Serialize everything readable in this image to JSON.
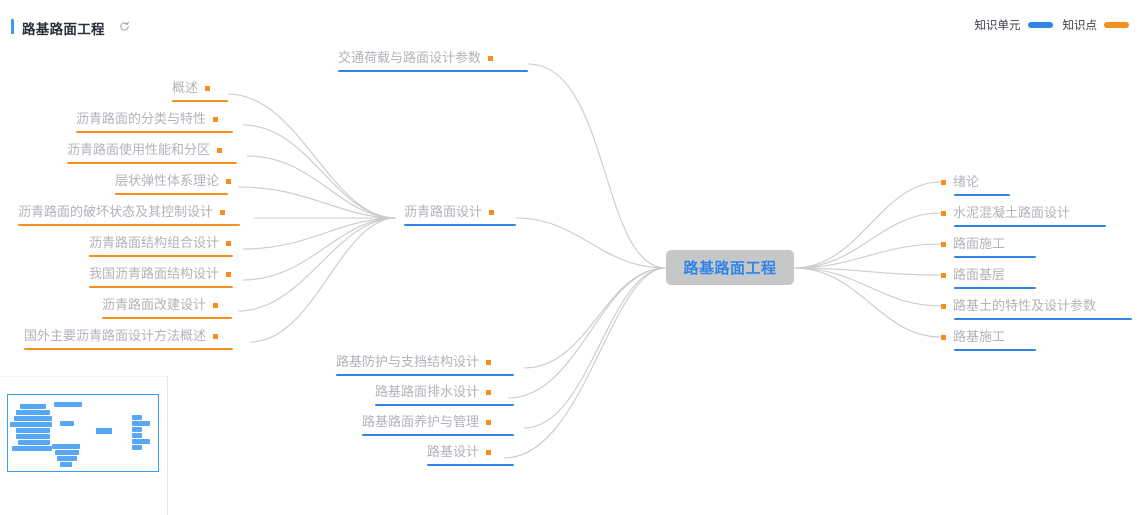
{
  "header": {
    "title": "路基路面工程",
    "refresh_icon": "refresh-icon"
  },
  "legend": {
    "items": [
      {
        "label": "知识单元",
        "color": "#2f84e8",
        "key": "unit"
      },
      {
        "label": "知识点",
        "color": "#f5901e",
        "key": "point"
      }
    ]
  },
  "center": {
    "label": "路基路面工程"
  },
  "nodes": {
    "top_unit": {
      "label": "交通荷载与路面设计参数",
      "type": "unit"
    },
    "mid_unit": {
      "label": "沥青路面设计",
      "type": "unit"
    },
    "left_points": [
      {
        "label": "概述",
        "type": "point"
      },
      {
        "label": "沥青路面的分类与特性",
        "type": "point"
      },
      {
        "label": "沥青路面使用性能和分区",
        "type": "point"
      },
      {
        "label": "层状弹性体系理论",
        "type": "point"
      },
      {
        "label": "沥青路面的破坏状态及其控制设计",
        "type": "point"
      },
      {
        "label": "沥青路面结构组合设计",
        "type": "point"
      },
      {
        "label": "我国沥青路面结构设计",
        "type": "point"
      },
      {
        "label": "沥青路面改建设计",
        "type": "point"
      },
      {
        "label": "国外主要沥青路面设计方法概述",
        "type": "point"
      }
    ],
    "bottom_units": [
      {
        "label": "路基防护与支挡结构设计",
        "type": "unit"
      },
      {
        "label": "路基路面排水设计",
        "type": "unit"
      },
      {
        "label": "路基路面养护与管理",
        "type": "unit"
      },
      {
        "label": "路基设计",
        "type": "unit"
      }
    ],
    "right_units": [
      {
        "label": "绪论",
        "type": "unit"
      },
      {
        "label": "水泥混凝土路面设计",
        "type": "unit"
      },
      {
        "label": "路面施工",
        "type": "unit"
      },
      {
        "label": "路面基层",
        "type": "unit"
      },
      {
        "label": "路基土的特性及设计参数",
        "type": "unit"
      },
      {
        "label": "路基施工",
        "type": "unit"
      }
    ]
  },
  "minimap": {
    "name": "minimap-viewport"
  },
  "colors": {
    "unit": "#2f84e8",
    "point": "#f5901e",
    "node_text": "#b0b3b8",
    "center_bg": "#c6c7c9",
    "center_text": "#2f84e8",
    "link": "#c8cacc",
    "accent": "#3b9bf5",
    "background": "#ffffff"
  }
}
